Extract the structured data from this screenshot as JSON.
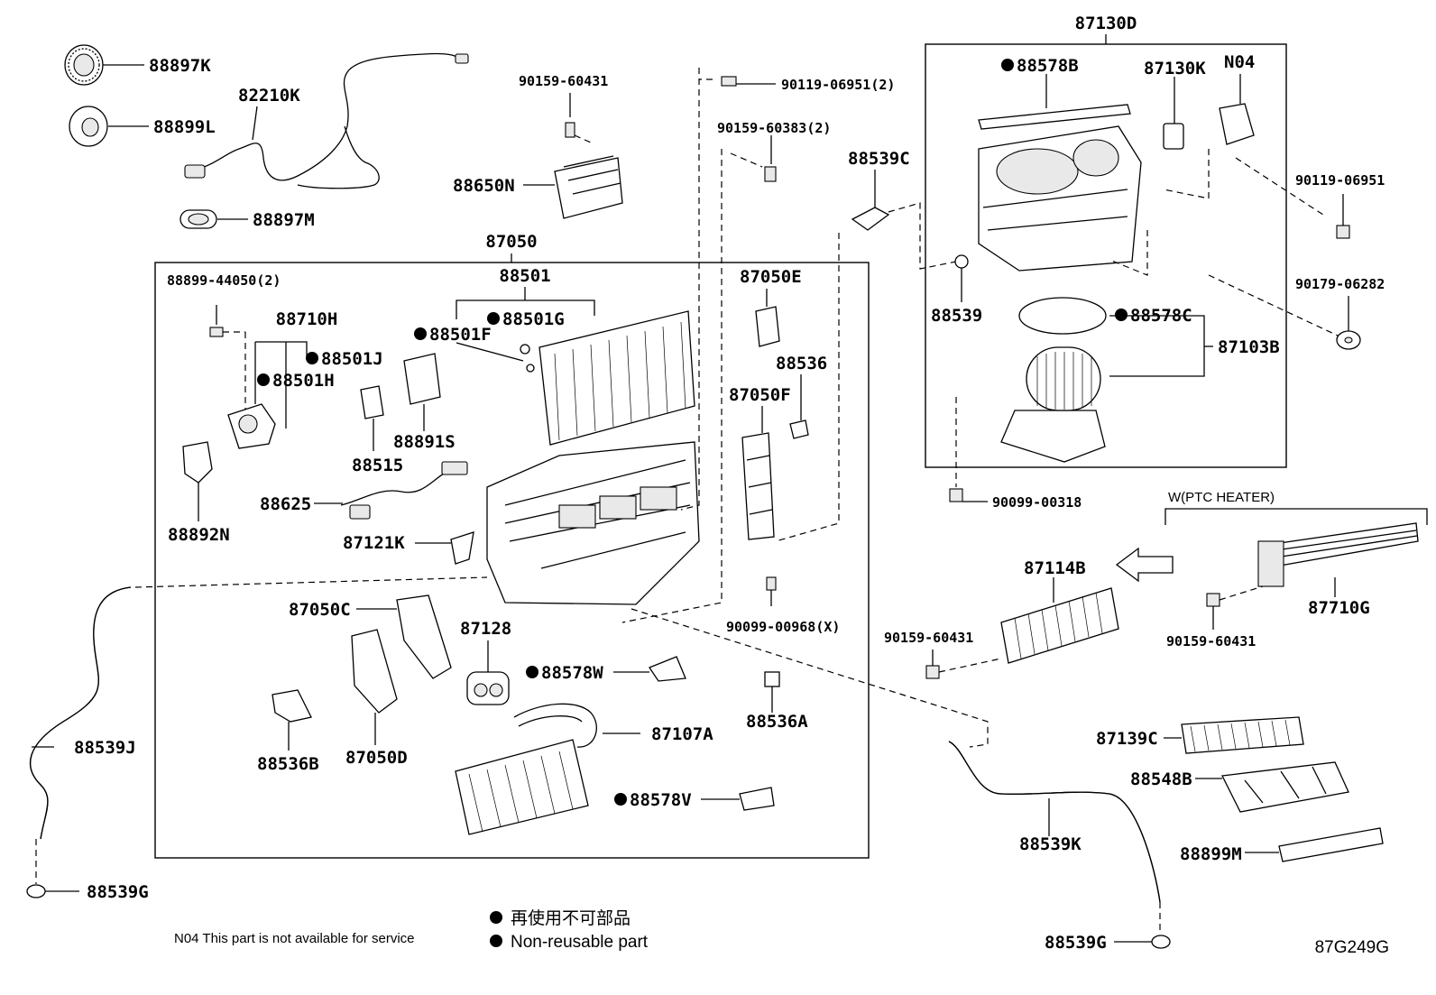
{
  "diagram": {
    "code": "87G249G",
    "legend": {
      "dot_jp": "再使用不可部品",
      "dot_en": "Non-reusable part",
      "n04_note": "N04 This part is not available for service"
    },
    "group_labels": {
      "main_assembly": "87050",
      "blower_assembly": "87130D",
      "blower_motor": "87103B",
      "evaporator": "88501",
      "servo_group": "88710H",
      "ptc_option": "W(PTC HEATER)"
    },
    "parts": [
      {
        "id": "p88897K",
        "label": "88897K",
        "dot": false
      },
      {
        "id": "p88899L",
        "label": "88899L",
        "dot": false
      },
      {
        "id": "p82210K",
        "label": "82210K",
        "dot": false
      },
      {
        "id": "p88897M",
        "label": "88897M",
        "dot": false
      },
      {
        "id": "p90159a",
        "label": "90159-60431",
        "dot": false
      },
      {
        "id": "p88650N",
        "label": "88650N",
        "dot": false
      },
      {
        "id": "p90119a",
        "label": "90119-06951(2)",
        "dot": false
      },
      {
        "id": "p90159b",
        "label": "90159-60383(2)",
        "dot": false
      },
      {
        "id": "p88539C",
        "label": "88539C",
        "dot": false
      },
      {
        "id": "p88578B",
        "label": "88578B",
        "dot": true
      },
      {
        "id": "p87130K",
        "label": "87130K",
        "dot": false
      },
      {
        "id": "pN04",
        "label": "N04",
        "dot": false
      },
      {
        "id": "p90119b",
        "label": "90119-06951",
        "dot": false
      },
      {
        "id": "p90179",
        "label": "90179-06282",
        "dot": false
      },
      {
        "id": "p88539",
        "label": "88539",
        "dot": false
      },
      {
        "id": "p88578C",
        "label": "88578C",
        "dot": true
      },
      {
        "id": "p90099a",
        "label": "90099-00318",
        "dot": false
      },
      {
        "id": "p88899bolt",
        "label": "88899-44050(2)",
        "dot": false
      },
      {
        "id": "p88501J",
        "label": "88501J",
        "dot": true
      },
      {
        "id": "p88501H",
        "label": "88501H",
        "dot": true
      },
      {
        "id": "p88501G",
        "label": "88501G",
        "dot": true
      },
      {
        "id": "p88501F",
        "label": "88501F",
        "dot": true
      },
      {
        "id": "p87050E",
        "label": "87050E",
        "dot": false
      },
      {
        "id": "p88536",
        "label": "88536",
        "dot": false
      },
      {
        "id": "p87050F",
        "label": "87050F",
        "dot": false
      },
      {
        "id": "p88891S",
        "label": "88891S",
        "dot": false
      },
      {
        "id": "p88515",
        "label": "88515",
        "dot": false
      },
      {
        "id": "p88892N",
        "label": "88892N",
        "dot": false
      },
      {
        "id": "p88625",
        "label": "88625",
        "dot": false
      },
      {
        "id": "p87121K",
        "label": "87121K",
        "dot": false
      },
      {
        "id": "p90099b",
        "label": "90099-00968(X)",
        "dot": false
      },
      {
        "id": "p87050C",
        "label": "87050C",
        "dot": false
      },
      {
        "id": "p87128",
        "label": "87128",
        "dot": false
      },
      {
        "id": "p88578W",
        "label": "88578W",
        "dot": true
      },
      {
        "id": "p88536A",
        "label": "88536A",
        "dot": false
      },
      {
        "id": "p88536B",
        "label": "88536B",
        "dot": false
      },
      {
        "id": "p87050D",
        "label": "87050D",
        "dot": false
      },
      {
        "id": "p87107A",
        "label": "87107A",
        "dot": false
      },
      {
        "id": "p88578V",
        "label": "88578V",
        "dot": true
      },
      {
        "id": "p88539J",
        "label": "88539J",
        "dot": false
      },
      {
        "id": "p88539Ga",
        "label": "88539G",
        "dot": false
      },
      {
        "id": "p87114B",
        "label": "87114B",
        "dot": false
      },
      {
        "id": "p90159c",
        "label": "90159-60431",
        "dot": false
      },
      {
        "id": "p90159d",
        "label": "90159-60431",
        "dot": false
      },
      {
        "id": "p87710G",
        "label": "87710G",
        "dot": false
      },
      {
        "id": "p87139C",
        "label": "87139C",
        "dot": false
      },
      {
        "id": "p88548B",
        "label": "88548B",
        "dot": false
      },
      {
        "id": "p88539K",
        "label": "88539K",
        "dot": false
      },
      {
        "id": "p88899M",
        "label": "88899M",
        "dot": false
      },
      {
        "id": "p88539Gb",
        "label": "88539G",
        "dot": false
      }
    ]
  }
}
